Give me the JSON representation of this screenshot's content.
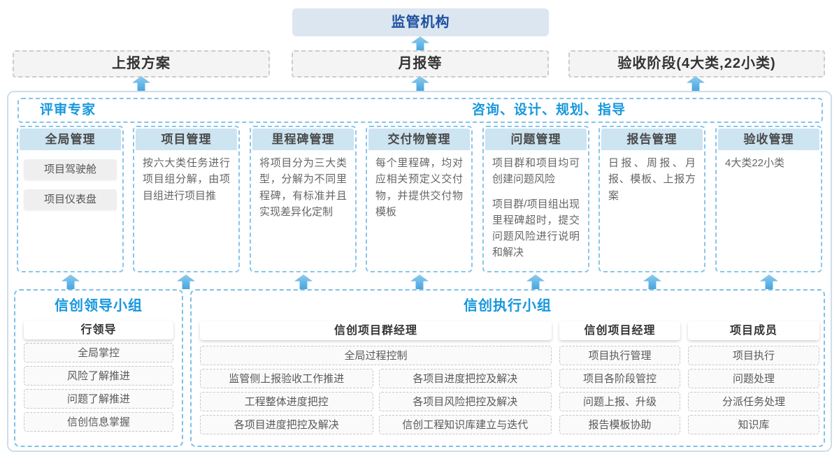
{
  "colors": {
    "accent_blue": "#1697dd",
    "navy_title": "#1c4f9e",
    "regulator_bg": "#dce6f1",
    "column_header_bg": "#cde4f1",
    "dashed_blue_border": "#85c3ea",
    "arrow_blue": "#47a5e0",
    "body_text": "#666666"
  },
  "top": {
    "regulator": "监管机构",
    "channels": [
      {
        "label": "上报方案"
      },
      {
        "label": "月报等"
      },
      {
        "label": "验收阶段(4大类,22小类)"
      }
    ]
  },
  "panel": {
    "expert_label": "评审专家",
    "guidance_label": "咨询、设计、规划、指导",
    "columns": [
      {
        "title": "全局管理",
        "chips": [
          "项目驾驶舱",
          "项目仪表盘"
        ]
      },
      {
        "title": "项目管理",
        "paragraphs": [
          "按六大类任务进行项目组分解，由项目组进行项目推"
        ]
      },
      {
        "title": "里程碑管理",
        "paragraphs": [
          "将项目分为三大类型，分解为不同里程碑，有标准并且实现差异化定制"
        ]
      },
      {
        "title": "交付物管理",
        "paragraphs": [
          "每个里程碑，均对应相关预定义交付物，并提供交付物模板"
        ]
      },
      {
        "title": "问题管理",
        "paragraphs": [
          "项目群和项目均可创建问题风险",
          "项目群/项目组出现里程碑超时，提交问题风险进行说明和解决"
        ]
      },
      {
        "title": "报告管理",
        "paragraphs": [
          "日报、周报、月报、模板、上报方案"
        ]
      },
      {
        "title": "验收管理",
        "paragraphs": [
          "4大类22小类"
        ]
      }
    ]
  },
  "groups": {
    "leadership": {
      "title": "信创领导小组",
      "role": "行领导",
      "items": [
        "全局掌控",
        "风险了解推进",
        "问题了解推进",
        "信创信息掌握"
      ]
    },
    "execution": {
      "title": "信创执行小组",
      "program_manager": {
        "role": "信创项目群经理",
        "full_item": "全局过程控制",
        "left_items": [
          "监管侧上报验收工作推进",
          "工程整体进度把控",
          "各项目进度把控及解决"
        ],
        "right_items": [
          "各项目进度把控及解决",
          "各项目风险把控及解决",
          "信创工程知识库建立与迭代"
        ]
      },
      "project_manager": {
        "role": "信创项目经理",
        "items": [
          "项目执行管理",
          "项目各阶段管控",
          "问题上报、升级",
          "报告模板协助"
        ]
      },
      "members": {
        "role": "项目成员",
        "items": [
          "项目执行",
          "问题处理",
          "分派任务处理",
          "知识库"
        ]
      }
    }
  }
}
